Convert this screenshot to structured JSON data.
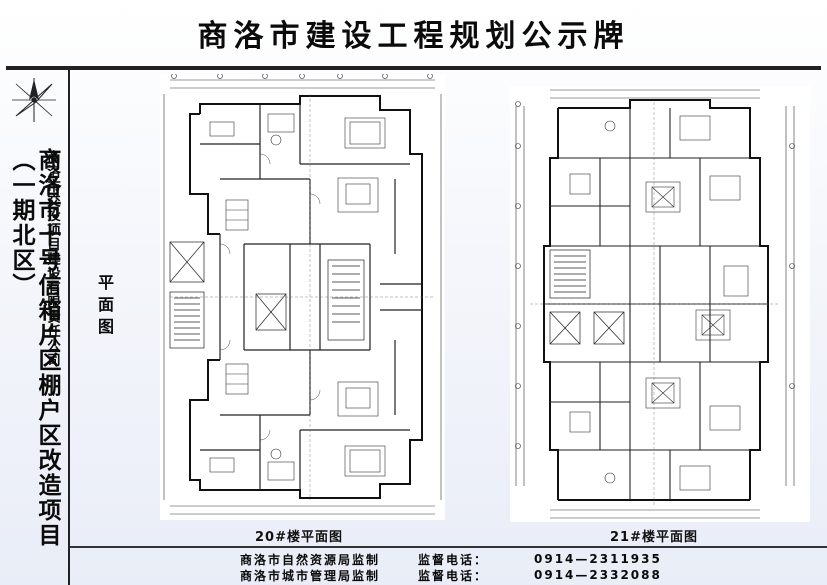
{
  "header": {
    "title": "商洛市建设工程规划公示牌"
  },
  "sidebar": {
    "project_name": "商洛市十号信箱片区棚户区改造项目（一期北区）",
    "company": "商洛市交投项目建设有限责任公司",
    "compass_icon": "compass-icon"
  },
  "section": {
    "label": "平面图"
  },
  "drawings": [
    {
      "caption": "20#楼平面图"
    },
    {
      "caption": "21#楼平面图"
    }
  ],
  "footer": {
    "rows": [
      {
        "bureau": "商洛市自然资源局监制",
        "label": "监督电话：",
        "phone": "0914—2311935"
      },
      {
        "bureau": "商洛市城市管理局监制",
        "label": "监督电话：",
        "phone": "0914—2332088"
      }
    ]
  },
  "colors": {
    "ink": "#0b0b0b",
    "line": "#222222",
    "background_top": "#ffffff",
    "background_bottom": "#e9edf7"
  }
}
